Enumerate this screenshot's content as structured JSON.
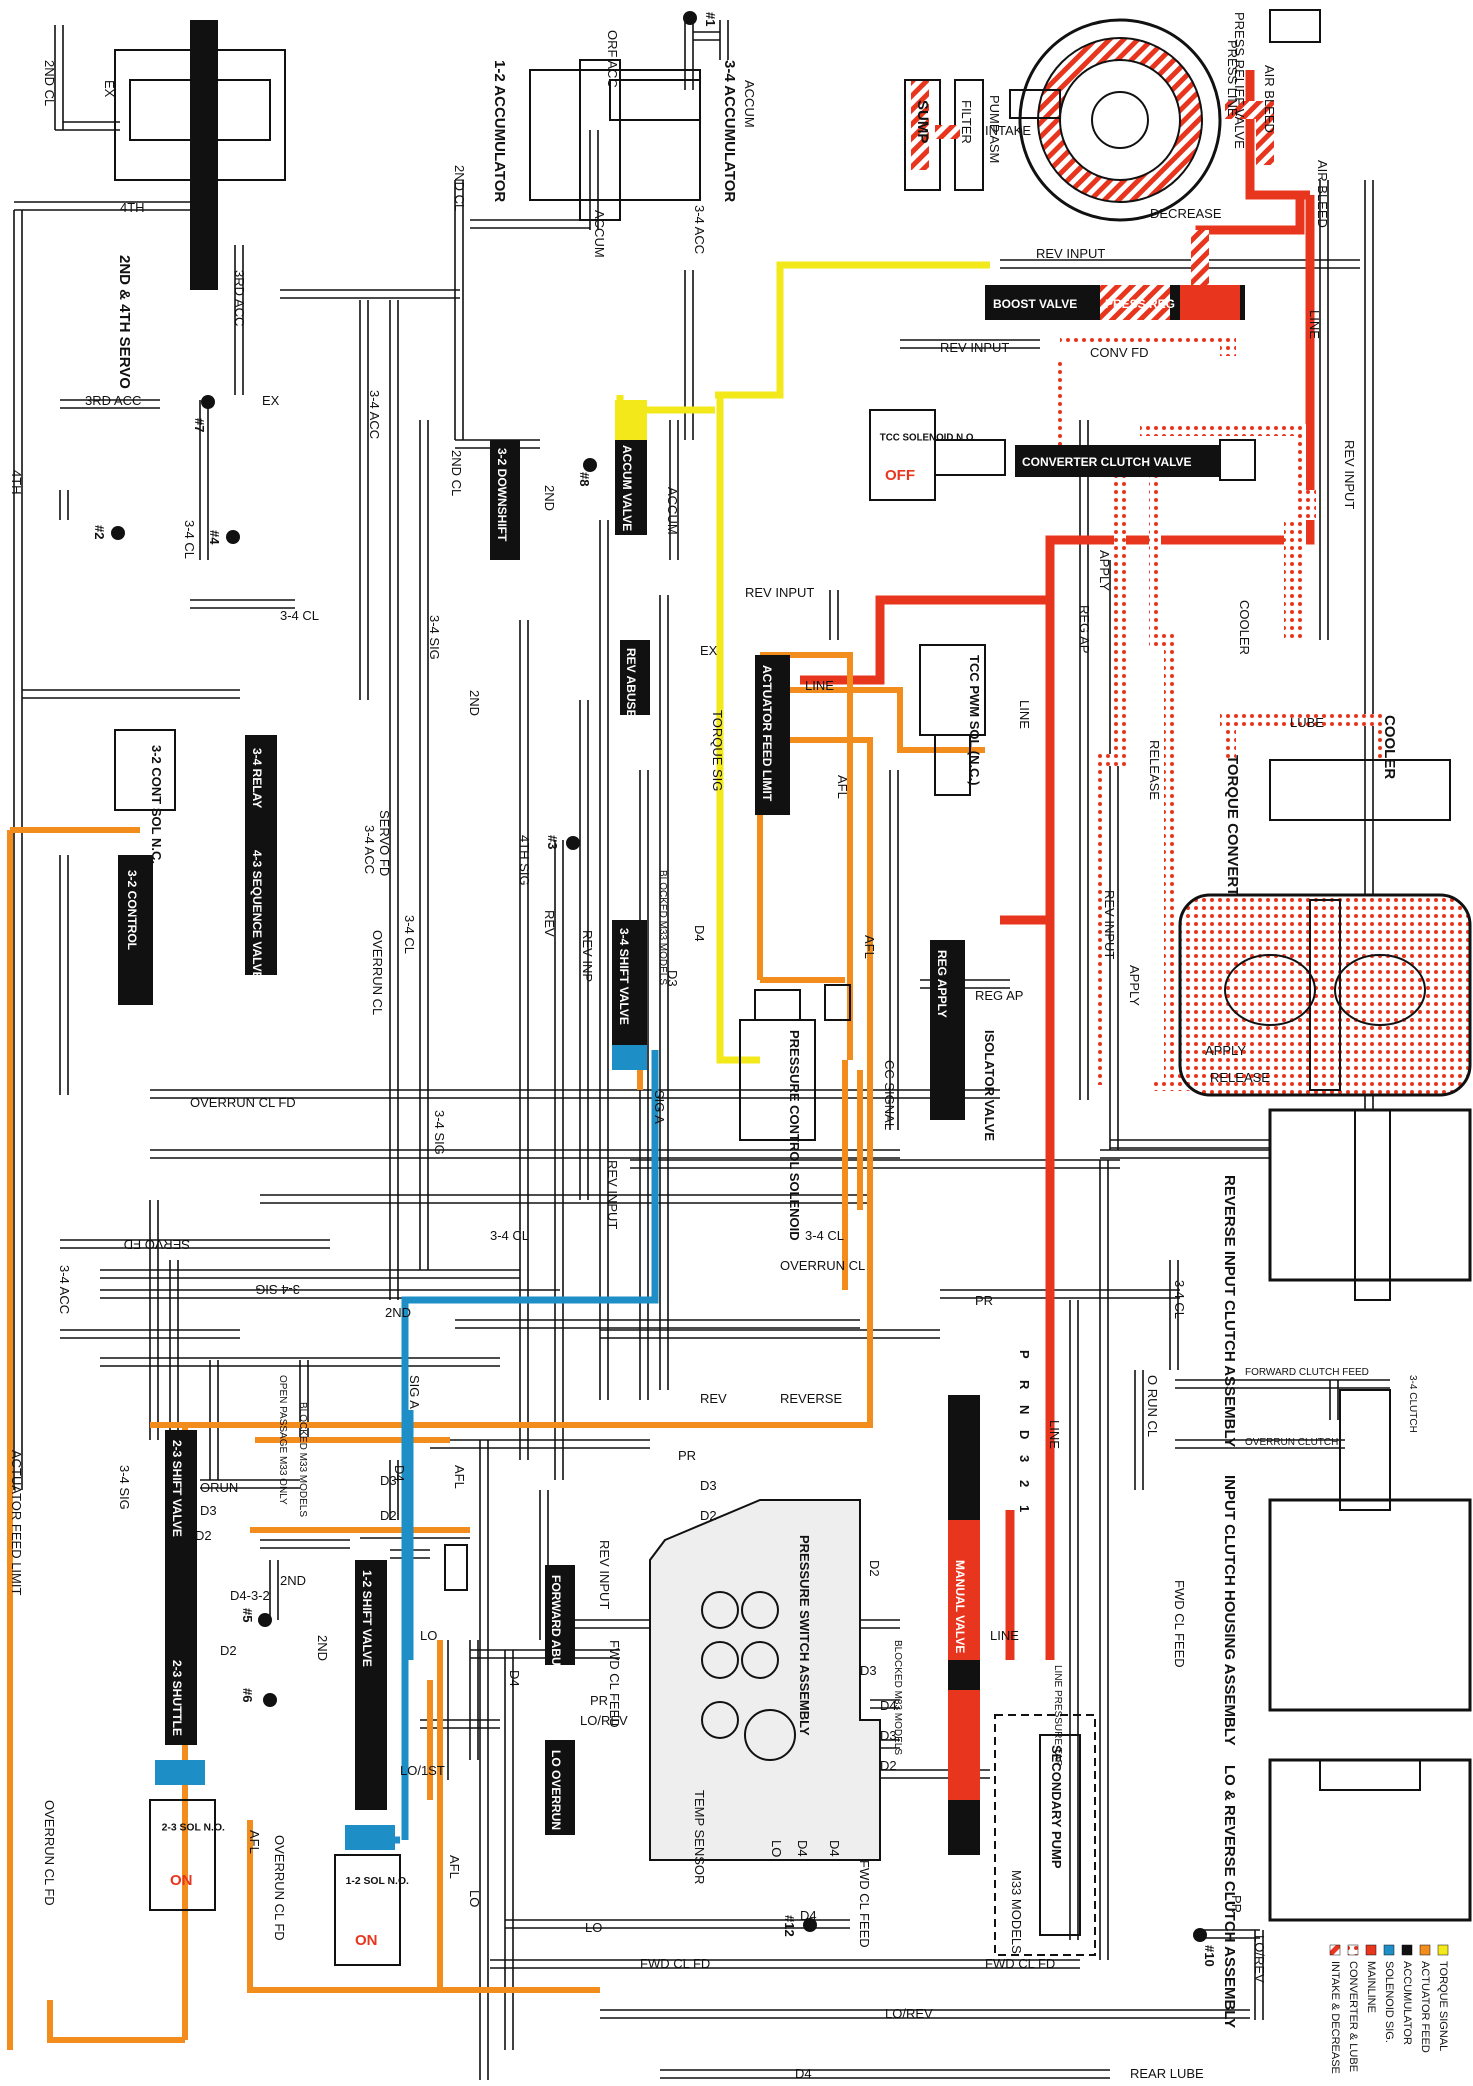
{
  "colors": {
    "line": "#e8351e",
    "converter_lube": "#e8351e",
    "intake_decrease": "#e8351e",
    "actuator_feed": "#f28c1c",
    "accumulator": "#111111",
    "solenoid_sig": "#1e8fc6",
    "torque_signal": "#f2e81a",
    "mainline": "#e8351e",
    "valve_body": "#111111",
    "background": "#ffffff"
  },
  "components": {
    "servo": "2ND & 4TH SERVO",
    "accum12": "1-2 ACCUMULATOR",
    "accum34": "3-4 ACCUMULATOR",
    "pump": "PUMP ASM",
    "sump": "SUMP",
    "filter": "FILTER",
    "press_relief": "PRESS RELIEF VALVE",
    "boost_valve": "BOOST VALVE",
    "press_reg": "PRESS REG",
    "tcc_sol": "TCC SOLENOID N.O.",
    "tcc_off": "OFF",
    "ccv": "CONVERTER CLUTCH VALVE",
    "downshift32": "3-2 DOWNSHIFT",
    "accum_valve": "ACCUM VALVE",
    "rev_abuse": "REV ABUSE",
    "act_feed_limit": "ACTUATOR FEED LIMIT",
    "tcc_pwm": "TCC PWM SOL (N.C.)",
    "cooler": "COOLER",
    "torque_conv": "TORQUE CONVERTER ASSEMBLY",
    "sol32": "3-2 CONT SOL N.C.",
    "control32": "3-2 CONTROL",
    "relay34": "3-4 RELAY",
    "seq43": "4-3 SEQUENCE VALVE",
    "shift34": "3-4 SHIFT VALVE",
    "pcs": "PRESSURE CONTROL SOLENOID",
    "reg_apply": "REG APPLY",
    "isolator": "ISOLATOR VALVE",
    "rev_input_clutch": "REVERSE INPUT CLUTCH ASSEMBLY",
    "shift23": "2-3 SHIFT VALVE",
    "shuttle23": "2-3 SHUTTLE",
    "sol23": "2-3 SOL N.O.",
    "sol_on": "ON",
    "shift12": "1-2 SHIFT VALVE",
    "sol12": "1-2 SOL N.O.",
    "fwd_abuse": "FORWARD ABUSE",
    "lo_overrun": "LO OVERRUN",
    "pressure_switch": "PRESSURE SWITCH ASSEMBLY",
    "temp_sensor": "TEMP SENSOR",
    "manual_valve": "MANUAL VALVE",
    "secondary_pump": "SECONDARY PUMP",
    "input_clutch": "INPUT CLUTCH HOUSING ASSEMBLY",
    "lo_rev_clutch": "LO & REVERSE CLUTCH ASSEMBLY",
    "line_pressure_tap": "LINE PRESSURE TAP",
    "m33_models": "M33 MODELS",
    "blocked_m33": "BLOCKED M33 MODELS",
    "open_passage": "OPEN PASSAGE M33 ONLY",
    "rear_lube": "REAR LUBE"
  },
  "gear_positions": [
    "P",
    "R",
    "N",
    "D",
    "3",
    "2",
    "1"
  ],
  "passages": {
    "second_cl": "2ND CL",
    "ex": "EX",
    "fourth": "4TH",
    "third_acc": "3RD ACC",
    "accum": "ACCUM",
    "orf_acc": "ORF ACC",
    "acc34": "3-4 ACC",
    "rev_input": "REV INPUT",
    "decrease": "DECREASE",
    "line": "LINE",
    "intake": "INTAKE",
    "air_bleed": "AIR BLEED",
    "press_line": "PRESS LINE",
    "conv_fd": "CONV FD",
    "apply": "APPLY",
    "release": "RELEASE",
    "cooler": "COOLER",
    "lube": "LUBE",
    "cl34": "3-4 CL",
    "sig34": "3-4 SIG",
    "second": "2ND",
    "torque_sig": "TORQUE SIG",
    "afl": "AFL",
    "reg_ap": "REG AP",
    "cc_signal": "CC SIGNAL",
    "servo_fd": "SERVO FD",
    "overrun_cl": "OVERRUN CL",
    "overrun_cl_fd": "OVERRUN CL FD",
    "fourth_sig": "4TH SIG",
    "rev": "REV",
    "rev_inp": "REV INP",
    "d4": "D4",
    "d3": "D3",
    "d2": "D2",
    "sig_a": "SIG A",
    "reverse": "REVERSE",
    "pr": "PR",
    "o_run_cl": "O RUN CL",
    "forward_clutch_feed": "FORWARD CLUTCH FEED",
    "clutch34": "3-4 CLUTCH",
    "overrun_clutch": "OVERRUN CLUTCH",
    "fwd_cl_feed": "FWD CL FEED",
    "fwd_cl_fd": "FWD CL FD",
    "lo": "LO",
    "lo_rev": "LO/REV",
    "lo_1st": "LO/1ST",
    "orun": "ORUN",
    "d432": "D4-3-2",
    "act_feed_limit": "ACTUATOR FEED LIMIT",
    "tcc_off_label": "OFF"
  },
  "checkballs": [
    "#1",
    "#2",
    "#3",
    "#4",
    "#5",
    "#6",
    "#7",
    "#8",
    "#10",
    "#12"
  ],
  "legend": [
    {
      "label": "INTAKE & DECREASE",
      "color": "#e8351e",
      "pattern": "hatch"
    },
    {
      "label": "CONVERTER & LUBE",
      "color": "#e8351e",
      "pattern": "dots"
    },
    {
      "label": "MAINLINE",
      "color": "#e8351e",
      "pattern": "solid"
    },
    {
      "label": "SOLENOID SIG.",
      "color": "#1e8fc6",
      "pattern": "solid"
    },
    {
      "label": "ACCUMULATOR",
      "color": "#111111",
      "pattern": "solid"
    },
    {
      "label": "ACTUATOR FEED",
      "color": "#f28c1c",
      "pattern": "solid"
    },
    {
      "label": "TORQUE SIGNAL",
      "color": "#f2e81a",
      "pattern": "solid"
    }
  ]
}
